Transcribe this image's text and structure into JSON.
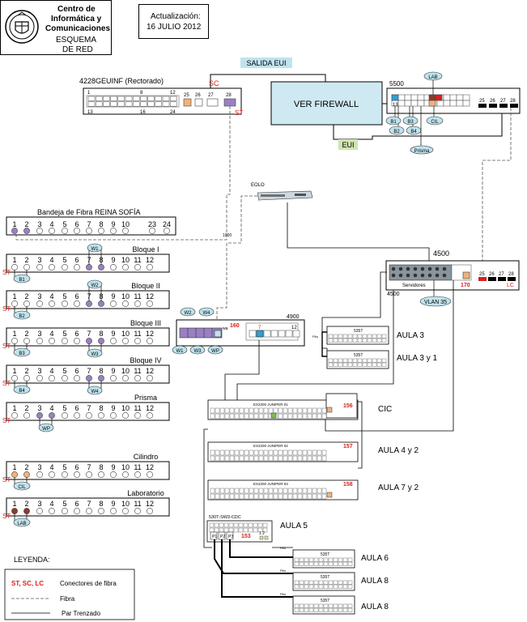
{
  "header": {
    "org_line1": "Centro de",
    "org_line2": "Informática y",
    "org_line3": "Comunicaciones",
    "schema_line1": "ESQUEMA",
    "schema_line2": "DE  RED",
    "update_label": "Actualización:",
    "update_date": "16 JULIO 2012"
  },
  "top": {
    "salida_eui": "SALIDA EUI",
    "eui": "EUI",
    "firewall": "VER FIREWALL",
    "switch4228": {
      "title": "4228GEUINF (Rectorado)",
      "sc": "SC",
      "st": "ST",
      "port_labels": [
        "1",
        "8",
        "12",
        "13",
        "16",
        "24",
        "25",
        "26",
        "27",
        "28"
      ]
    },
    "switch5500": {
      "title": "5500",
      "port_labels": [
        "13",
        "25",
        "26",
        "27",
        "28"
      ],
      "tags": [
        "LAB",
        "B1",
        "B3",
        "CIL",
        "B2",
        "B4",
        "Prisma"
      ]
    },
    "eolo": "EOLO",
    "fibre_code": "1000"
  },
  "bandeja": {
    "title": "Bandeja de Fibra REINA SOFÍA",
    "ports": [
      "1",
      "2",
      "3",
      "4",
      "5",
      "6",
      "7",
      "8",
      "9",
      "10",
      "",
      "23",
      "24"
    ]
  },
  "blocks": [
    {
      "name": "Bloque I",
      "st": "ST",
      "tag": "B1",
      "wtag": "W1"
    },
    {
      "name": "Bloque II",
      "st": "ST",
      "tag": "B2",
      "wtag": "W2"
    },
    {
      "name": "Bloque III",
      "st": "ST",
      "tag": "B3",
      "wtag": "W3"
    },
    {
      "name": "Bloque IV",
      "st": "ST",
      "tag": "B4",
      "wtag": "W4"
    },
    {
      "name": "Prisma",
      "st": "ST",
      "tag": "",
      "wtag": "WP"
    },
    {
      "name": "Cilindro",
      "st": "ST",
      "tag": "CIL",
      "wtag": ""
    },
    {
      "name": "Laboratorio",
      "st": "ST",
      "tag": "LAB",
      "wtag": ""
    }
  ],
  "panel_ports": [
    "1",
    "2",
    "3",
    "4",
    "5",
    "6",
    "7",
    "8",
    "9",
    "10",
    "11",
    "12"
  ],
  "sw4900": {
    "title": "4900",
    "w_tags": [
      "W2",
      "W4",
      "W1",
      "W3",
      "WP"
    ],
    "wa": "wa",
    "code": "160",
    "port_7": "7",
    "port_12": "12"
  },
  "sw4500": {
    "title": "4500",
    "title2": "4500",
    "servidores": "Servidores",
    "code": "170",
    "lc": "LC",
    "port_labels": [
      "25",
      "26",
      "27",
      "28"
    ],
    "vlan": "VLAN 35"
  },
  "aulas": {
    "aula3": "AULA 3",
    "aula3y1": "AULA 3 y 1",
    "sw535t": "535T",
    "pila": "Pila",
    "cic": "CIC",
    "aula4y2": "AULA 4 y 2",
    "aula7y2": "AULA 7 y 2",
    "aula5": "AULA 5",
    "aula6": "AULA 6",
    "aula8a": "AULA 8",
    "aula8b": "AULA 8",
    "ex01": "EX2200 JUNIPER 01",
    "ex02": "EX2200 JUNIPER 02",
    "ex03": "EX2200 JUNIPER 03",
    "code156": "156",
    "code157": "157",
    "code158": "158",
    "sw530": "530T-SW3-CDC",
    "code153": "153",
    "p1": "P1",
    "p2": "P2",
    "p3": "P3",
    "one_two": "1 2"
  },
  "legend": {
    "title": "LEYENDA:",
    "connectors_key": "ST, SC, LC",
    "connectors_text": "Conectores de fibra",
    "fibra": "Fibra",
    "par": "Par Trenzado"
  },
  "colors": {
    "purple": "#9b7fc4",
    "orange": "#f2b27a",
    "brown": "#8b3a2e",
    "cyan": "#2aa3d8",
    "red": "#d9201f",
    "teal_fill": "#bfe3ee",
    "green_fill": "#cfe3b0",
    "firewall_fill": "#cfe9f2",
    "code_red": "#d9201f"
  }
}
